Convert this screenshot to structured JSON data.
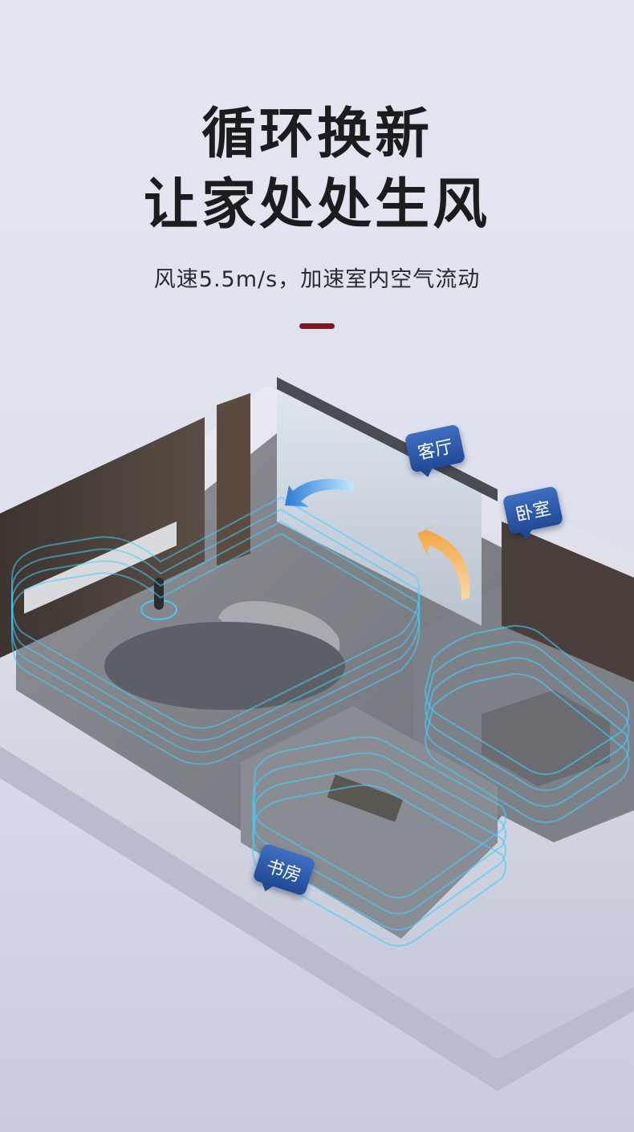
{
  "headline": {
    "line1": "循环换新",
    "line2": "让家处处生风"
  },
  "subtitle": "风速5.5m/s，加速室内空气流动",
  "accent_color": "#7b1a22",
  "airflow_color": "#3fd0ff",
  "room_tags": {
    "living_room": "客厅",
    "bedroom": "卧室",
    "study": "书房"
  }
}
